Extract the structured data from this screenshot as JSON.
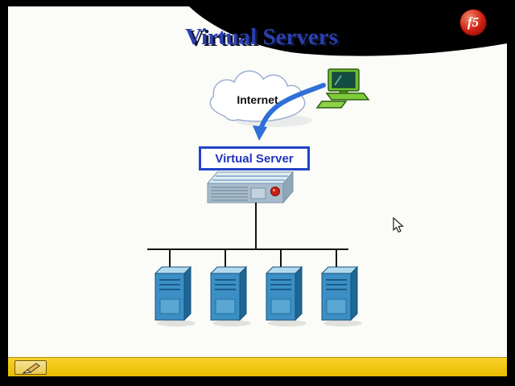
{
  "slide": {
    "title": "Virtual Servers",
    "internet_label": "Internet",
    "virtual_server_label": "Virtual Server"
  },
  "logo": {
    "text": "f5"
  },
  "icons": {
    "cloud": "internet-cloud",
    "workstation": "green-workstation",
    "arrow": "traffic-flow-arrow",
    "appliance": "bigip-load-balancer",
    "server": "server-tower",
    "pen_tool": "pencil-icon",
    "pointer": "mouse-cursor"
  },
  "colors": {
    "title_blue": "#2b3fae",
    "box_blue": "#2243c8",
    "arrow_blue": "#2f6fd8",
    "server_front": "#3b8fc4",
    "server_side": "#1f6695",
    "server_top": "#b3d9ed",
    "computer_green": "#6abf2e",
    "bar_yellow": "#f2c101",
    "logo_red": "#cf1d12",
    "swoosh_black": "#000000"
  }
}
